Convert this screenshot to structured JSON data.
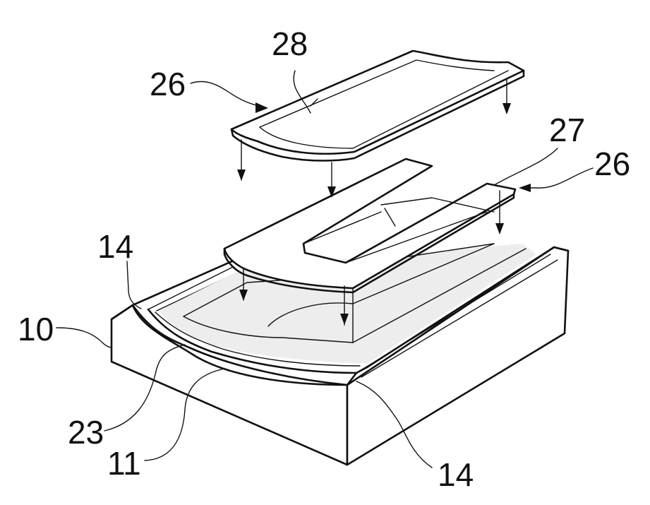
{
  "labels": {
    "l28": "28",
    "l26_top": "26",
    "l27": "27",
    "l26_right": "26",
    "l14_left": "14",
    "l10": "10",
    "l23": "23",
    "l11": "11",
    "l14_bottom": "14"
  }
}
